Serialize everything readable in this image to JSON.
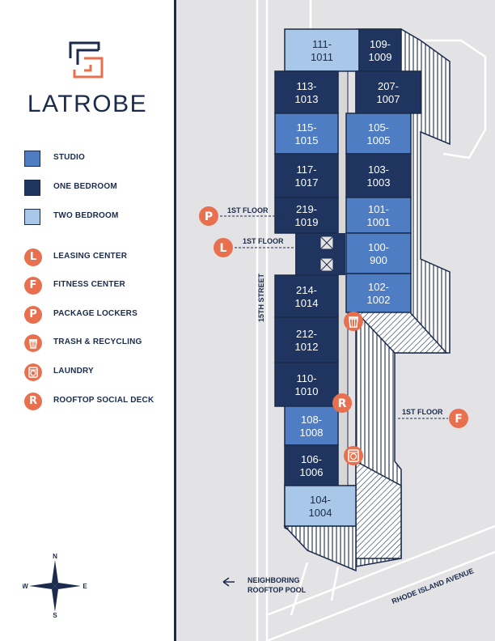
{
  "brand": {
    "name": "LATROBE"
  },
  "colors": {
    "navy": "#1b2b4b",
    "studio": "#4f7dc3",
    "one_bedroom": "#1f3560",
    "two_bedroom": "#a9c7e8",
    "accent": "#e8704f",
    "road": "#e3e3e5"
  },
  "legend": {
    "unit_types": [
      {
        "label": "STUDIO",
        "color": "#4f7dc3"
      },
      {
        "label": "ONE BEDROOM",
        "color": "#1f3560"
      },
      {
        "label": "TWO BEDROOM",
        "color": "#a9c7e8"
      }
    ],
    "amenities": [
      {
        "letter": "L",
        "label": "LEASING CENTER"
      },
      {
        "letter": "F",
        "label": "FITNESS CENTER"
      },
      {
        "letter": "P",
        "label": "PACKAGE LOCKERS"
      },
      {
        "icon": "trash-icon",
        "label": "TRASH & RECYCLING"
      },
      {
        "icon": "laundry-icon",
        "label": "LAUNDRY"
      },
      {
        "letter": "R",
        "label": "ROOFTOP SOCIAL DECK"
      }
    ]
  },
  "compass": {
    "n": "N",
    "s": "S",
    "e": "E",
    "w": "W"
  },
  "map": {
    "streets": {
      "fifteenth": "15TH STREET",
      "rhode_island": "RHODE ISLAND AVENUE"
    },
    "neighboring": {
      "line1": "NEIGHBORING",
      "line2": "ROOFTOP POOL"
    },
    "markers": [
      {
        "id": "package",
        "letter": "P",
        "note": "1ST FLOOR"
      },
      {
        "id": "leasing",
        "letter": "L",
        "note": "1ST FLOOR"
      },
      {
        "id": "rooftop",
        "letter": "R"
      },
      {
        "id": "fitness",
        "letter": "F",
        "note": "1ST FLOOR"
      },
      {
        "id": "trash",
        "icon": "trash-icon"
      },
      {
        "id": "laundry",
        "icon": "laundry-icon"
      }
    ],
    "units": [
      {
        "line1": "111-",
        "line2": "1011",
        "type": "two_bedroom"
      },
      {
        "line1": "109-",
        "line2": "1009",
        "type": "one_bedroom"
      },
      {
        "line1": "113-",
        "line2": "1013",
        "type": "one_bedroom"
      },
      {
        "line1": "207-",
        "line2": "1007",
        "type": "one_bedroom"
      },
      {
        "line1": "115-",
        "line2": "1015",
        "type": "studio"
      },
      {
        "line1": "105-",
        "line2": "1005",
        "type": "studio"
      },
      {
        "line1": "117-",
        "line2": "1017",
        "type": "one_bedroom"
      },
      {
        "line1": "103-",
        "line2": "1003",
        "type": "one_bedroom"
      },
      {
        "line1": "219-",
        "line2": "1019",
        "type": "one_bedroom"
      },
      {
        "line1": "101-",
        "line2": "1001",
        "type": "studio"
      },
      {
        "line1": "100-",
        "line2": "900",
        "type": "studio"
      },
      {
        "line1": "214-",
        "line2": "1014",
        "type": "one_bedroom"
      },
      {
        "line1": "102-",
        "line2": "1002",
        "type": "studio"
      },
      {
        "line1": "212-",
        "line2": "1012",
        "type": "one_bedroom"
      },
      {
        "line1": "110-",
        "line2": "1010",
        "type": "one_bedroom"
      },
      {
        "line1": "108-",
        "line2": "1008",
        "type": "studio"
      },
      {
        "line1": "106-",
        "line2": "1006",
        "type": "one_bedroom"
      },
      {
        "line1": "104-",
        "line2": "1004",
        "type": "two_bedroom"
      }
    ]
  }
}
